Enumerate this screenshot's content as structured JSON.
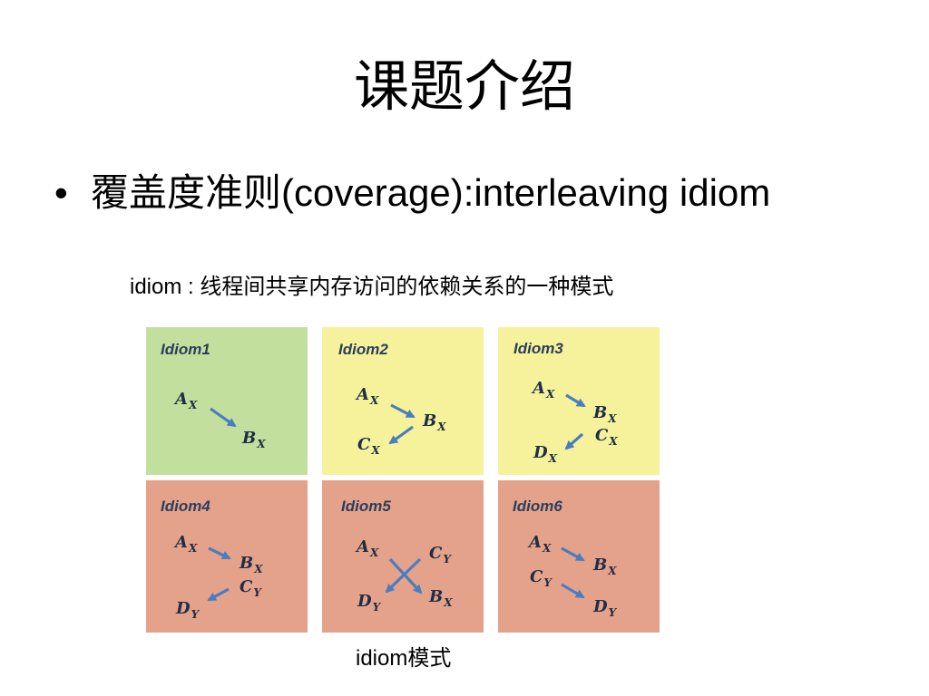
{
  "slide": {
    "title": "课题介绍",
    "bullet": {
      "marker": "•",
      "text": "覆盖度准则(coverage):interleaving idiom"
    },
    "definition": "idiom : 线程间共享内存访问的依赖关系的一种模式",
    "caption": "idiom模式"
  },
  "colors": {
    "slide_bg": "#ffffff",
    "text": "#000000",
    "label": "#2c3e5c",
    "node": "#1f2d46",
    "arrow": "#4a7dc0"
  },
  "idioms": [
    {
      "label": "Idiom1",
      "bg": "#c3df9e",
      "nodes": [
        {
          "letter": "A",
          "sub": "X"
        },
        {
          "letter": "B",
          "sub": "X"
        }
      ]
    },
    {
      "label": "Idiom2",
      "bg": "#f6f29b",
      "nodes": [
        {
          "letter": "A",
          "sub": "X"
        },
        {
          "letter": "B",
          "sub": "X"
        },
        {
          "letter": "C",
          "sub": "X"
        }
      ]
    },
    {
      "label": "Idiom3",
      "bg": "#f6f29b",
      "nodes": [
        {
          "letter": "A",
          "sub": "X"
        },
        {
          "letter": "B",
          "sub": "X"
        },
        {
          "letter": "C",
          "sub": "X"
        },
        {
          "letter": "D",
          "sub": "X"
        }
      ]
    },
    {
      "label": "Idiom4",
      "bg": "#e5a28b",
      "nodes": [
        {
          "letter": "A",
          "sub": "X"
        },
        {
          "letter": "B",
          "sub": "X"
        },
        {
          "letter": "C",
          "sub": "Y"
        },
        {
          "letter": "D",
          "sub": "Y"
        }
      ]
    },
    {
      "label": "Idiom5",
      "bg": "#e5a28b",
      "nodes": [
        {
          "letter": "A",
          "sub": "X"
        },
        {
          "letter": "C",
          "sub": "Y"
        },
        {
          "letter": "D",
          "sub": "Y"
        },
        {
          "letter": "B",
          "sub": "X"
        }
      ]
    },
    {
      "label": "Idiom6",
      "bg": "#e5a28b",
      "nodes": [
        {
          "letter": "A",
          "sub": "X"
        },
        {
          "letter": "B",
          "sub": "X"
        },
        {
          "letter": "C",
          "sub": "Y"
        },
        {
          "letter": "D",
          "sub": "Y"
        }
      ]
    }
  ]
}
